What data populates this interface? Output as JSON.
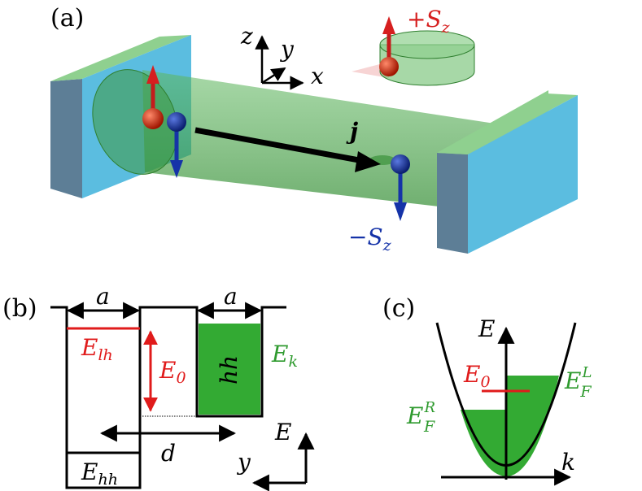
{
  "panel_a": {
    "label": "(a)",
    "axes": {
      "x": "x",
      "y": "y",
      "z": "z"
    },
    "current_label": "j",
    "spin_up_label": {
      "sign": "+",
      "symbol": "S",
      "sub": "z"
    },
    "spin_down_label": {
      "sign": "−",
      "symbol": "S",
      "sub": "z"
    },
    "colors": {
      "wire": "#3a9a3a",
      "lead_face": "#5bbde0",
      "lead_side": "#5d7e96",
      "lead_top": "#8fd08f",
      "spin_up": "#d61f1f",
      "spin_down": "#1533a8"
    }
  },
  "panel_b": {
    "label": "(b)",
    "width_left": "a",
    "width_right": "a",
    "E_lh": {
      "base": "E",
      "sub": "lh"
    },
    "E_0": {
      "base": "E",
      "sub": "0"
    },
    "hh": "hh",
    "E_k": {
      "base": "E",
      "sub": "k"
    },
    "d": "d",
    "E_hh": {
      "base": "E",
      "sub": "hh"
    },
    "axis_E": "E",
    "axis_y": "y",
    "colors": {
      "fill": "#33aa33",
      "level": "#e01b1b"
    }
  },
  "panel_c": {
    "label": "(c)",
    "axis_E": "E",
    "axis_k": "k",
    "E_0": {
      "base": "E",
      "sub": "0"
    },
    "EF_R": {
      "base": "E",
      "sub": "F",
      "sup": "R"
    },
    "EF_L": {
      "base": "E",
      "sub": "F",
      "sup": "L"
    },
    "colors": {
      "fill": "#33aa33",
      "level": "#e01b1b"
    }
  }
}
